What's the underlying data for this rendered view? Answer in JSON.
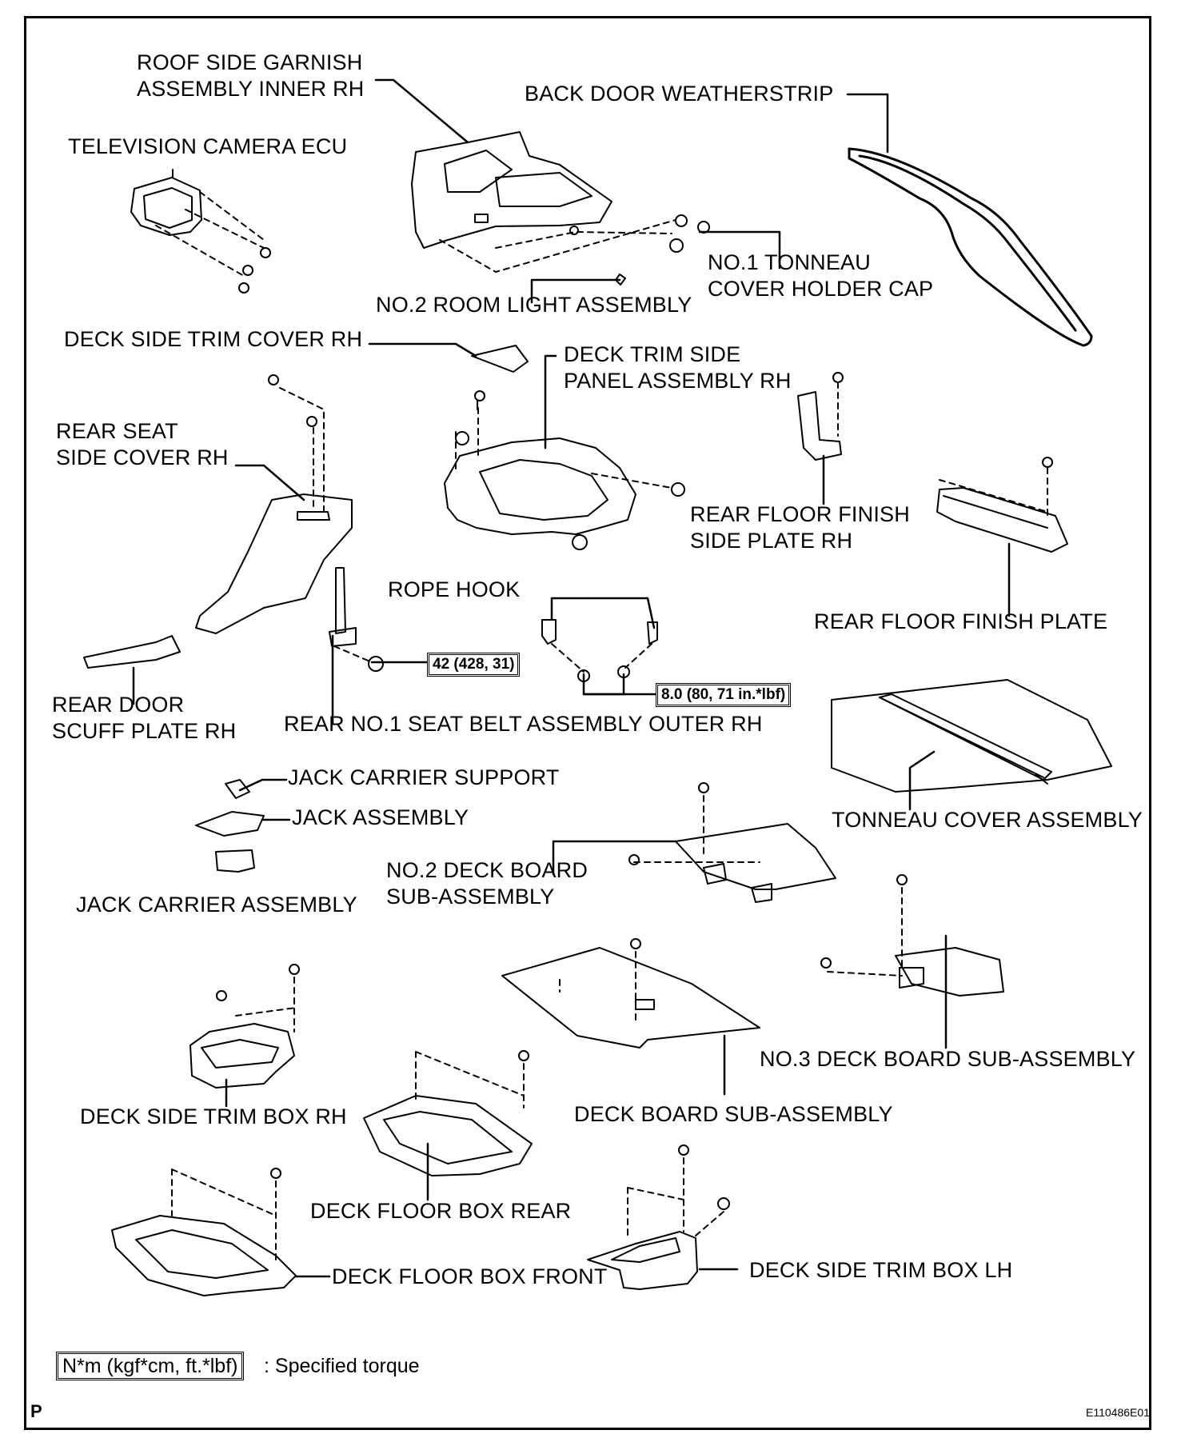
{
  "labels": {
    "roof_side_garnish": "ROOF SIDE GARNISH\nASSEMBLY INNER RH",
    "back_door_weatherstrip": "BACK DOOR WEATHERSTRIP",
    "television_camera_ecu": "TELEVISION CAMERA ECU",
    "no1_tonneau_cap": "NO.1 TONNEAU\nCOVER HOLDER CAP",
    "no2_room_light": "NO.2 ROOM LIGHT ASSEMBLY",
    "deck_side_trim_cover": "DECK SIDE TRIM COVER RH",
    "deck_trim_side_panel": "DECK TRIM SIDE\nPANEL ASSEMBLY RH",
    "rear_seat_side_cover": "REAR SEAT\nSIDE COVER RH",
    "rear_floor_finish_side_plate": "REAR FLOOR FINISH\nSIDE PLATE RH",
    "rope_hook": "ROPE HOOK",
    "rear_floor_finish_plate": "REAR FLOOR FINISH PLATE",
    "rear_door_scuff_plate": "REAR DOOR\nSCUFF PLATE RH",
    "rear_seat_belt": "REAR NO.1 SEAT BELT ASSEMBLY OUTER RH",
    "jack_carrier_support": "JACK CARRIER SUPPORT",
    "jack_assembly": "JACK ASSEMBLY",
    "tonneau_cover": "TONNEAU COVER ASSEMBLY",
    "no2_deck_board": "NO.2 DECK BOARD\nSUB-ASSEMBLY",
    "jack_carrier_assembly": "JACK CARRIER ASSEMBLY",
    "no3_deck_board": "NO.3 DECK BOARD SUB-ASSEMBLY",
    "deck_side_trim_box_rh": "DECK SIDE TRIM BOX RH",
    "deck_board": "DECK BOARD SUB-ASSEMBLY",
    "deck_floor_box_rear": "DECK FLOOR BOX REAR",
    "deck_floor_box_front": "DECK FLOOR BOX FRONT",
    "deck_side_trim_box_lh": "DECK SIDE TRIM BOX LH"
  },
  "torque": {
    "seat_belt": "42 (428, 31)",
    "rope_hook": "8.0 (80, 71 in.*lbf)"
  },
  "legend": {
    "unit_box": "N*m (kgf*cm, ft.*lbf)",
    "description": ": Specified torque"
  },
  "corner_letter": "P",
  "figure_code": "E110486E01"
}
